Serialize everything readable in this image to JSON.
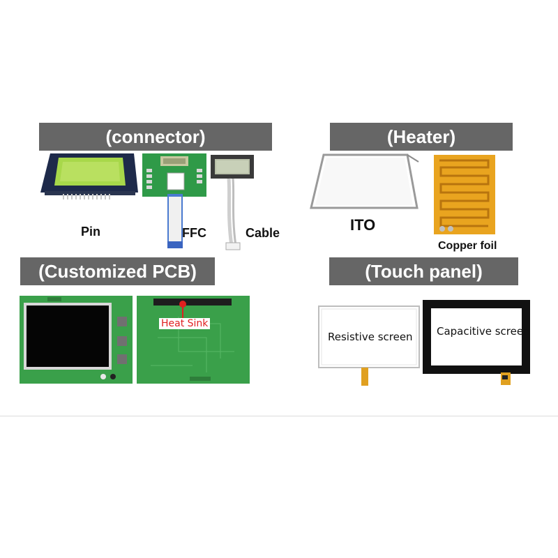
{
  "sections": {
    "connector": {
      "title": "(connector)",
      "labels": {
        "pin": "Pin",
        "ffc": "FFC",
        "cable": "Cable"
      }
    },
    "heater": {
      "title": "(Heater)",
      "labels": {
        "ito": "ITO",
        "copper_foil": "Copper foil"
      }
    },
    "pcb": {
      "title": "(Customized PCB)",
      "annotation": "Heat Sink"
    },
    "touch_panel": {
      "title": "(Touch panel)",
      "resistive": "Resistive screen",
      "capacitive": "Capacitive screen"
    }
  },
  "colors": {
    "banner": "#666666",
    "lcd_green": "#a8d84a",
    "pcb_green": "#3aa04a",
    "copper": "#e0a020",
    "heatsink_red": "#e02020"
  }
}
